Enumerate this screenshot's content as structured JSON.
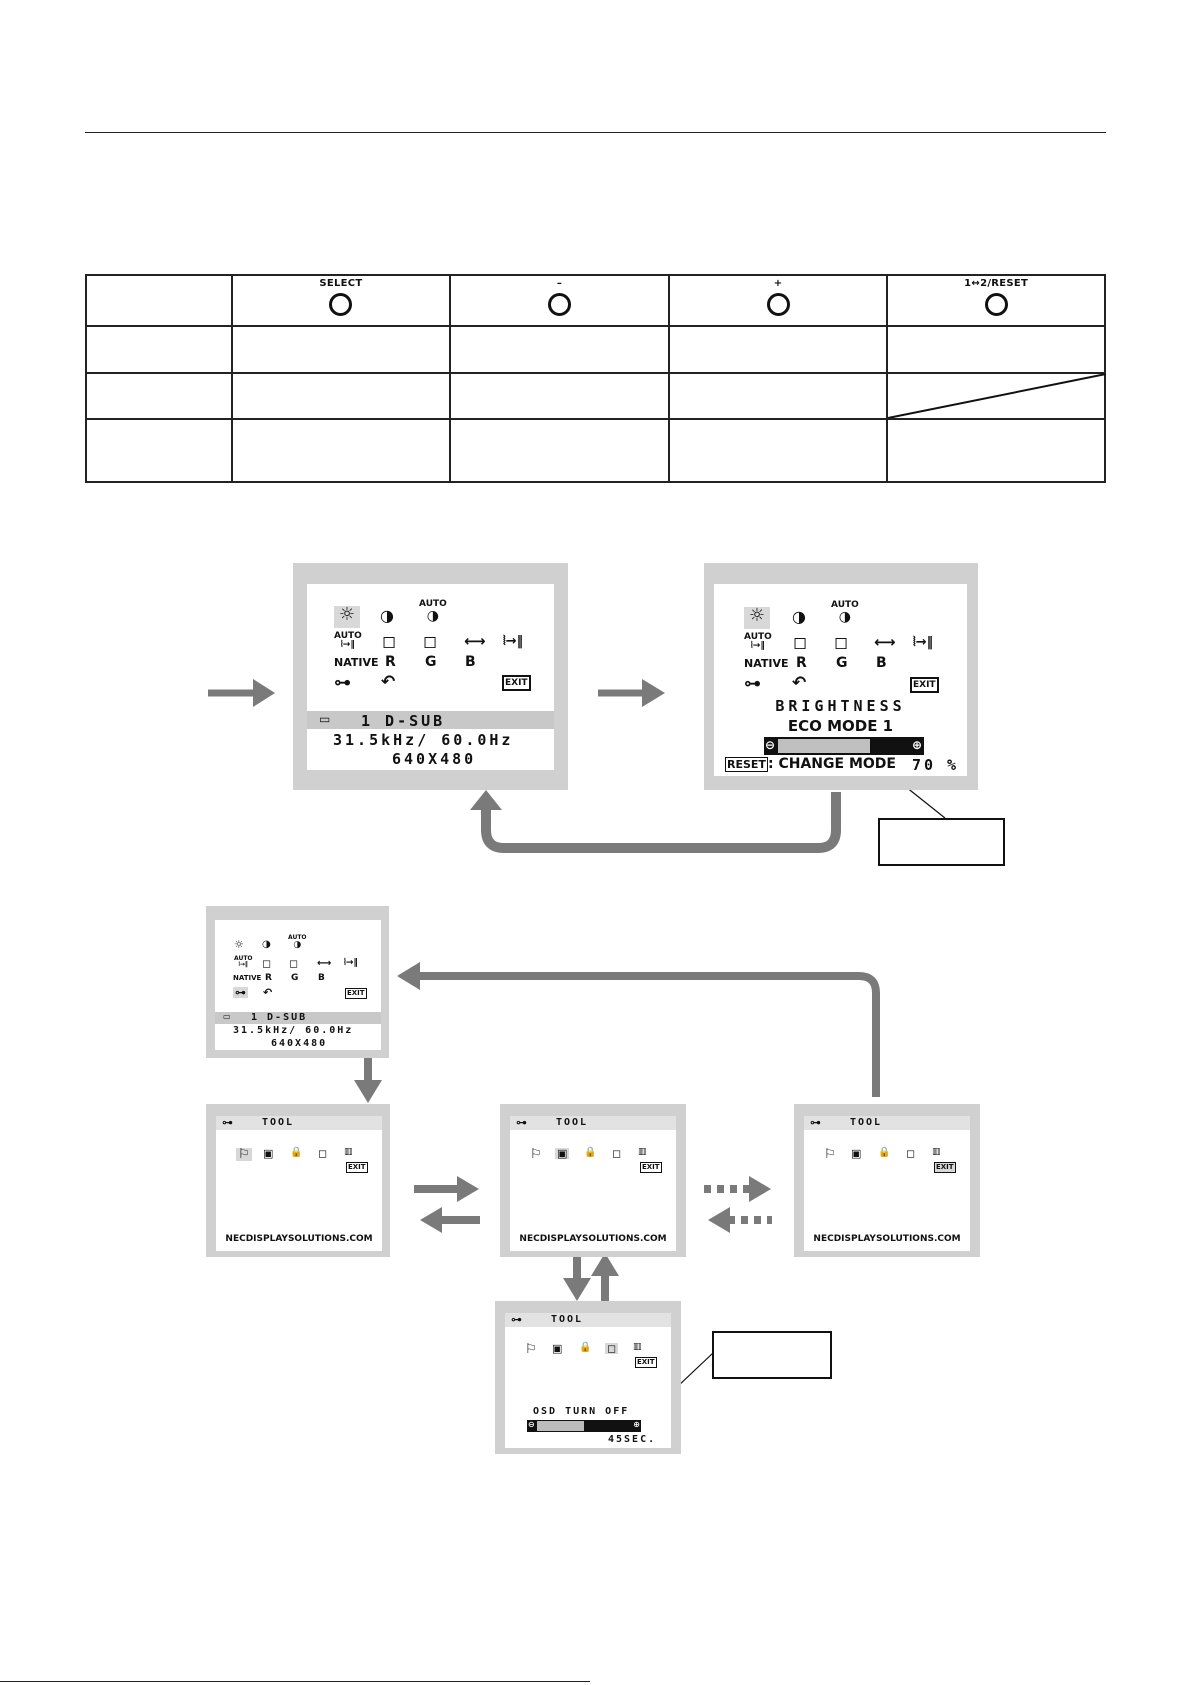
{
  "header_rule": true,
  "control_table": {
    "buttons": [
      "SELECT",
      "–",
      "+",
      "1↔2/RESET"
    ]
  },
  "menu_main": {
    "auto_label": "AUTO",
    "native_label": "NATIVE",
    "r_label": "R",
    "g_label": "G",
    "b_label": "B",
    "exit_label": "EXIT",
    "input_line": "1  D-SUB",
    "freq_line": "31.5kHz/ 60.0Hz",
    "res_line": "640X480"
  },
  "menu_brightness": {
    "title": "BRIGHTNESS",
    "mode": "ECO MODE 1",
    "reset_label": "RESET",
    "change_mode": ": CHANGE MODE",
    "value": "70",
    "unit": "%",
    "level_fraction": 0.7
  },
  "menu_small": {
    "input_line": "1  D-SUB",
    "freq_line": "31.5kHz/ 60.0Hz",
    "res_line": "640X480"
  },
  "tool": {
    "title": "TOOL",
    "url": "NECDISPLAYSOLUTIONS.COM",
    "osd_turn_off": "OSD  TURN  OFF",
    "osd_value": "45SEC.",
    "level_fraction": 0.5
  },
  "colors": {
    "screen_frame": "#d0d0d0",
    "arrow": "#7a7a7a"
  }
}
